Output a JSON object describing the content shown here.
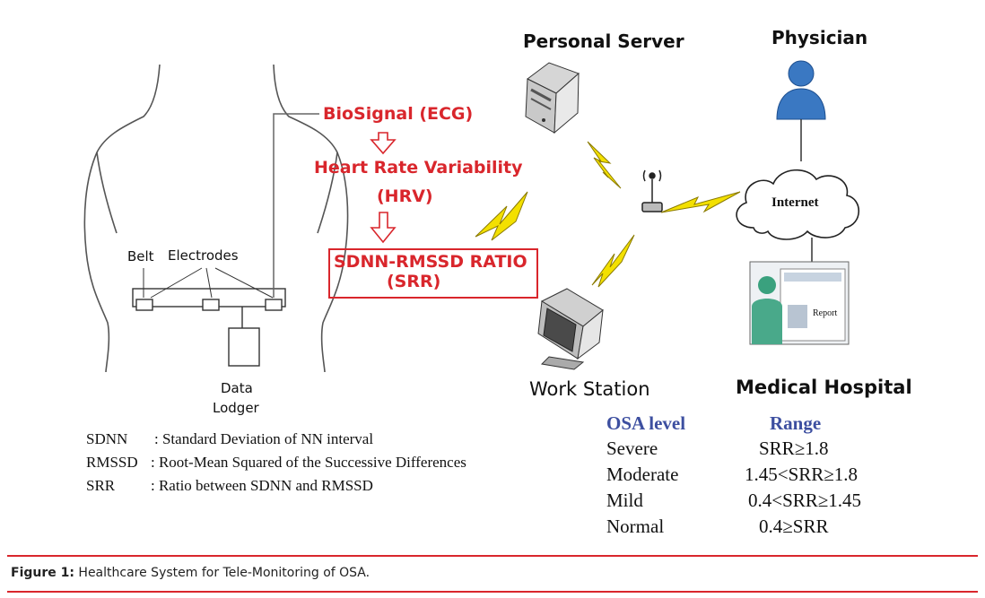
{
  "labels": {
    "personal_server": "Personal Server",
    "physician": "Physician",
    "internet": "Internet",
    "work_station": "Work Station",
    "medical_hospital": "Medical Hospital",
    "belt": "Belt",
    "electrodes": "Electrodes",
    "data_lodger_line1": "Data",
    "data_lodger_line2": "Lodger",
    "report": "Report"
  },
  "flow": {
    "biosignal": "BioSignal (ECG)",
    "hrv_line1": "Heart Rate Variability",
    "hrv_line2": "(HRV)",
    "ratio_line1": "SDNN-RMSSD RATIO",
    "ratio_line2": "(SRR)"
  },
  "definitions": [
    {
      "term": "SDNN",
      "text": ": Standard Deviation of NN interval"
    },
    {
      "term": "RMSSD",
      "text": ":  Root-Mean Squared of the Successive Differences"
    },
    {
      "term": "SRR",
      "text": ":  Ratio between SDNN and RMSSD"
    }
  ],
  "osa_table": {
    "header_level": "OSA level",
    "header_range": "Range",
    "rows": [
      {
        "level": "Severe",
        "range": "SRR≥1.8"
      },
      {
        "level": "Moderate",
        "range": "1.45<SRR≥1.8"
      },
      {
        "level": "Mild",
        "range": "0.4<SRR≥1.45"
      },
      {
        "level": "Normal",
        "range": "0.4≥SRR"
      }
    ]
  },
  "caption": {
    "prefix": "Figure 1:",
    "text": " Healthcare System for Tele-Monitoring of OSA."
  },
  "colors": {
    "accent_red": "#d9262c",
    "table_header_blue": "#3d4fa0",
    "lightning_yellow": "#f3e000",
    "physician_blue": "#3a78c2"
  }
}
